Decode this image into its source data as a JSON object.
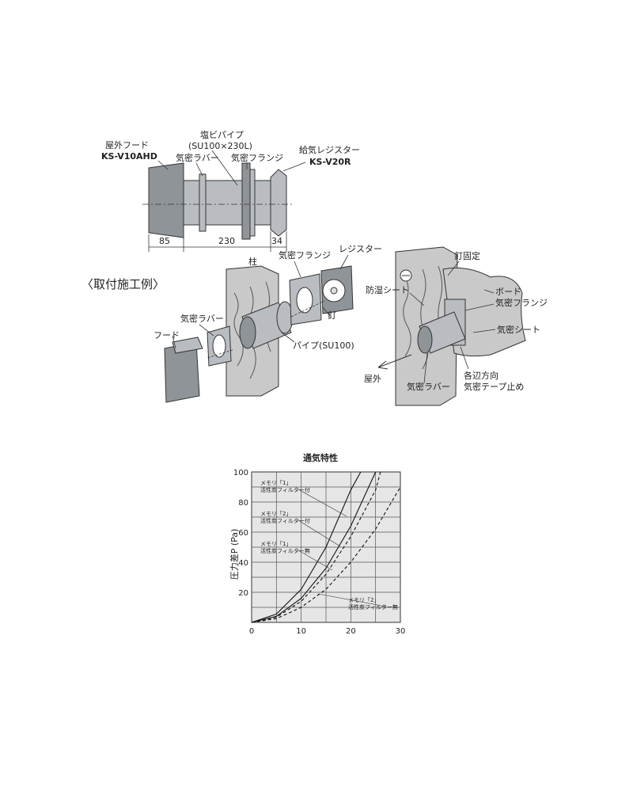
{
  "section_diagram": {
    "labels": {
      "hood_name": "屋外フード",
      "hood_model": "KS-V10AHD",
      "pipe_name": "塩ビパイプ",
      "pipe_spec": "(SU100×230L)",
      "rubber": "気密ラバー",
      "flange": "気密フランジ",
      "register_name": "給気レジスター",
      "register_model": "KS-V20R"
    },
    "dimensions": [
      "85",
      "230",
      "34"
    ]
  },
  "install_example": {
    "title": "〈取付施工例〉",
    "labels": {
      "pillar": "柱",
      "flange": "気密フランジ",
      "register": "レジスター",
      "rubber": "気密ラバー",
      "hood": "フード",
      "nail": "釘",
      "pipe": "パイプ(SU100)"
    }
  },
  "section_detail": {
    "labels": {
      "nail_fix": "釘固定",
      "moisture_sheet": "防湿シート",
      "board": "ボード",
      "flange": "気密フランジ",
      "airtight_sheet": "気密シート",
      "outdoor": "屋外",
      "rubber": "気密ラバー",
      "tape_line1": "各辺方向",
      "tape_line2": "気密テープ止め"
    }
  },
  "chart_data": {
    "type": "line",
    "title": "通気特性",
    "xlabel": "",
    "ylabel": "圧力差P (Pa)",
    "xlim": [
      0,
      30
    ],
    "ylim": [
      0,
      100
    ],
    "xticks": [
      "0",
      "10",
      "20",
      "30"
    ],
    "yticks": [
      "20",
      "40",
      "60",
      "80",
      "100"
    ],
    "grid": true,
    "series": [
      {
        "name": "メモリ「1」活性炭フィルター付",
        "style": "solid",
        "x": [
          0,
          5,
          10,
          15,
          20,
          22
        ],
        "y": [
          0,
          5.5,
          22,
          50,
          88,
          100
        ]
      },
      {
        "name": "メモリ「2」活性炭フィルター付",
        "style": "solid",
        "x": [
          0,
          5,
          10,
          15,
          20,
          25
        ],
        "y": [
          0,
          4,
          16,
          36,
          64,
          100
        ]
      },
      {
        "name": "メモリ「1」活性炭フィルター無",
        "style": "dashed",
        "x": [
          0,
          5,
          10,
          15,
          20,
          25,
          26
        ],
        "y": [
          0,
          3.5,
          14,
          32,
          57,
          88,
          100
        ]
      },
      {
        "name": "メモリ「2」活性炭フィルター無",
        "style": "dashed",
        "x": [
          0,
          5,
          10,
          15,
          20,
          25,
          30
        ],
        "y": [
          0,
          2.5,
          10,
          22,
          40,
          62,
          90
        ]
      }
    ]
  }
}
